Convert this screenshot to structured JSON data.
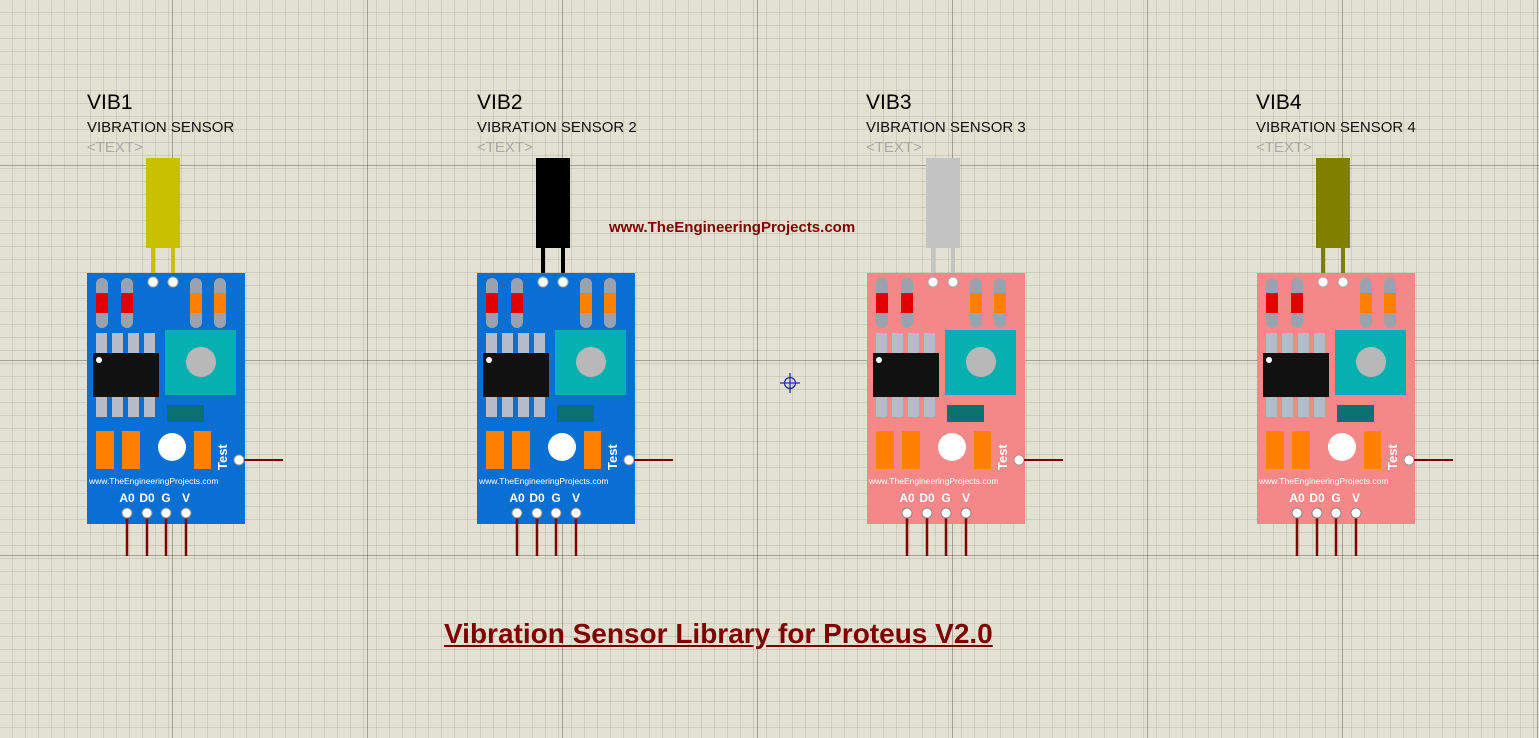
{
  "website": "www.TheEngineeringProjects.com",
  "title": "Vibration Sensor Library for Proteus V2.0",
  "pin_labels": [
    "A0",
    "D0",
    "G",
    "V"
  ],
  "test_label": "Test",
  "board_url": "www.TheEngineeringProjects.com",
  "icons": {
    "cursor": "crosshair-cursor-icon"
  },
  "sensors": [
    {
      "ref": "VIB1",
      "value": "VIBRATION SENSOR",
      "text": "<TEXT>",
      "board_color": "#0a6fd3",
      "probe_color": "#c8c000"
    },
    {
      "ref": "VIB2",
      "value": "VIBRATION SENSOR 2",
      "text": "<TEXT>",
      "board_color": "#0a6fd3",
      "probe_color": "#000000"
    },
    {
      "ref": "VIB3",
      "value": "VIBRATION SENSOR 3",
      "text": "<TEXT>",
      "board_color": "#f48888",
      "probe_color": "#c4c4c4"
    },
    {
      "ref": "VIB4",
      "value": "VIBRATION SENSOR 4",
      "text": "<TEXT>",
      "board_color": "#f48888",
      "probe_color": "#808000"
    }
  ]
}
